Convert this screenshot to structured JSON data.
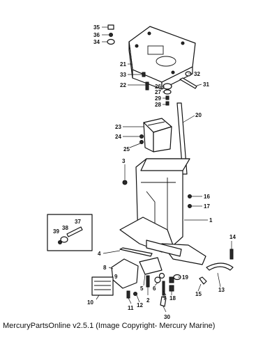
{
  "caption": "MercuryPartsOnline v2.5.1 (Image Copyright- Mercury Marine)",
  "callouts": [
    "1",
    "2",
    "3",
    "4",
    "5",
    "6",
    "7",
    "8",
    "9",
    "10",
    "11",
    "12",
    "13",
    "14",
    "15",
    "16",
    "17",
    "18",
    "19",
    "20",
    "21",
    "22",
    "23",
    "24",
    "25",
    "26",
    "27",
    "28",
    "29",
    "30",
    "31",
    "32",
    "33",
    "34",
    "35",
    "36",
    "37",
    "38",
    "39"
  ]
}
